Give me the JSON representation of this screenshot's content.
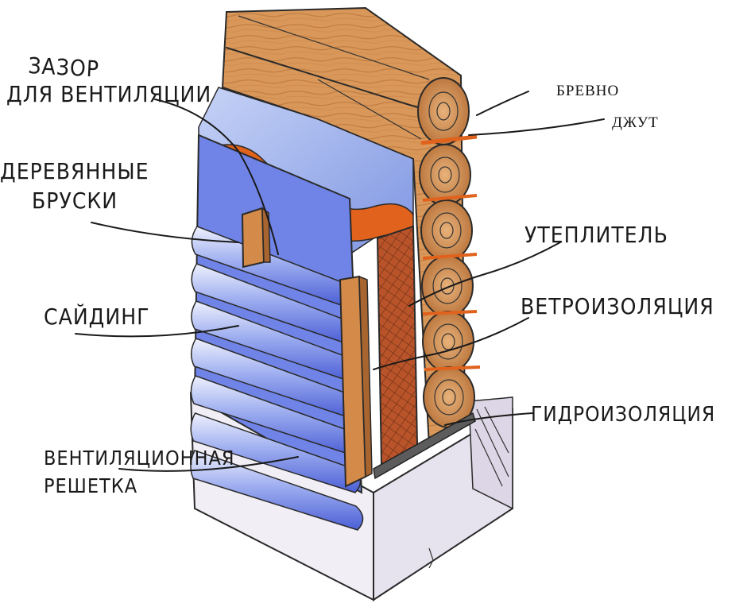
{
  "labels": {
    "vent_gap_line1": "ЗАЗОР",
    "vent_gap_line2": "ДЛЯ ВЕНТИЛЯЦИИ",
    "battens_line1": "ДЕРЕВЯННЫЕ",
    "battens_line2": "БРУСКИ",
    "siding": "САЙДИНГ",
    "vent_grille_line1": "ВЕНТИЛЯЦИОННАЯ",
    "vent_grille_line2": "РЕШЕТКА",
    "log": "БРЕВНО",
    "jute": "ДЖУТ",
    "insulation": "УТЕПЛИТЕЛЬ",
    "wind_barrier": "ВЕТРОИЗОЛЯЦИЯ",
    "waterproofing": "ГИДРОИЗОЛЯЦИЯ"
  },
  "colors": {
    "log_wood": "#d9985a",
    "log_wood_dark": "#b8733a",
    "membrane_orange": "#e0621c",
    "insulation_brown": "#b9532a",
    "siding_blue": "#5a6fe0",
    "siding_light": "#c9d2f5",
    "gap_blue": "#8fa6e8",
    "foundation": "#f1eef5",
    "batten_wood": "#d48a48"
  }
}
